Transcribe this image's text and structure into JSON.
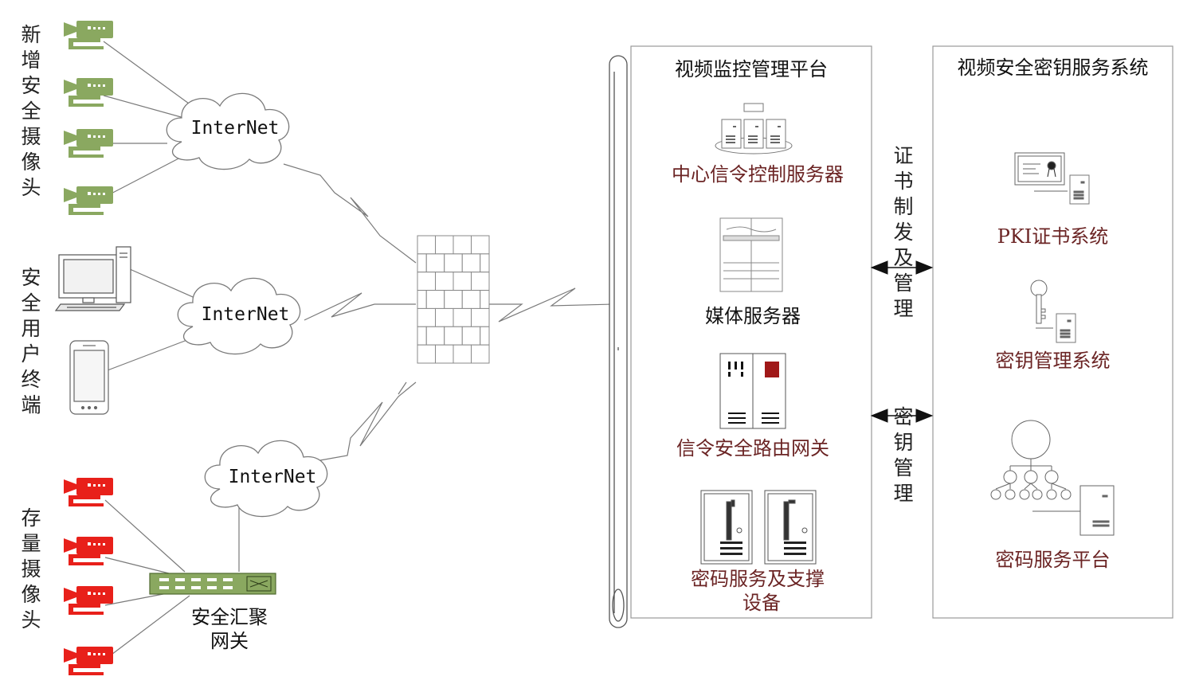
{
  "left": {
    "new_cameras_label": "新增安全摄像头",
    "user_terminals_label": "安全用户终端",
    "legacy_cameras_label": "存量摄像头",
    "gateway_label_line1": "安全汇聚",
    "gateway_label_line2": "网关"
  },
  "clouds": [
    "InterNet",
    "InterNet",
    "InterNet"
  ],
  "platform": {
    "title": "视频监控管理平台",
    "items": [
      "中心信令控制服务器",
      "媒体服务器",
      "信令安全路由网关",
      "密码服务及支撑",
      "设备"
    ]
  },
  "middle": {
    "cert_label": "证书制发及管理",
    "key_label": "密钥管理"
  },
  "key_system": {
    "title": "视频安全密钥服务系统",
    "items": [
      "PKI证书系统",
      "密钥管理系统",
      "密码服务平台"
    ]
  },
  "colors": {
    "new_camera": "#8aa860",
    "legacy_camera": "#e8201a",
    "gateway": "#8aa860",
    "maroon_text": "#6b2424",
    "line": "#7a7a7a"
  }
}
